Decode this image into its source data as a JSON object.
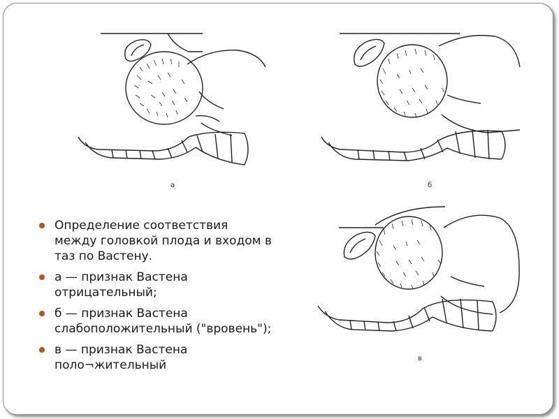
{
  "figures": [
    {
      "id": "a",
      "label": "а"
    },
    {
      "id": "b",
      "label": "б"
    },
    {
      "id": "c",
      "label": "в"
    }
  ],
  "bullets": [
    "Определение соответствия между головкой плода и входом в таз по Вастену.",
    "а — признак Вастена отрицательный;",
    "б — признак Вастена слабоположительный (\"вровень\");",
    "в — признак Вастена поло¬жительный"
  ],
  "colors": {
    "bullet": "#c0501f",
    "line": "#222222",
    "frame_border": "#8c8c8c"
  }
}
